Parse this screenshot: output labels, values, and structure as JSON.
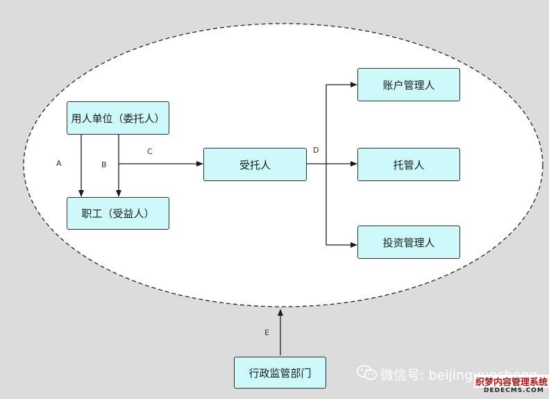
{
  "diagram": {
    "nodes": {
      "employer": "用人单位（委托人）",
      "employee": "职工（受益人）",
      "trustee": "受托人",
      "account_manager": "账户管理人",
      "custodian": "托管人",
      "investment_manager": "投资管理人",
      "regulator": "行政监管部门"
    },
    "edge_labels": {
      "a": "A",
      "b": "B",
      "c": "C",
      "d": "D",
      "e": "E"
    },
    "colors": {
      "node_fill": "#cdf9fb",
      "node_border": "#2f2f2f",
      "ellipse_fill": "#ffffff",
      "background": "#dcdcdc"
    }
  },
  "watermark": {
    "wechat_text": "微信号: beijingyuecheng",
    "icon": "wechat-icon",
    "site_cn": "织梦内容管理系统",
    "site_en": "DEDECMS.COM"
  }
}
